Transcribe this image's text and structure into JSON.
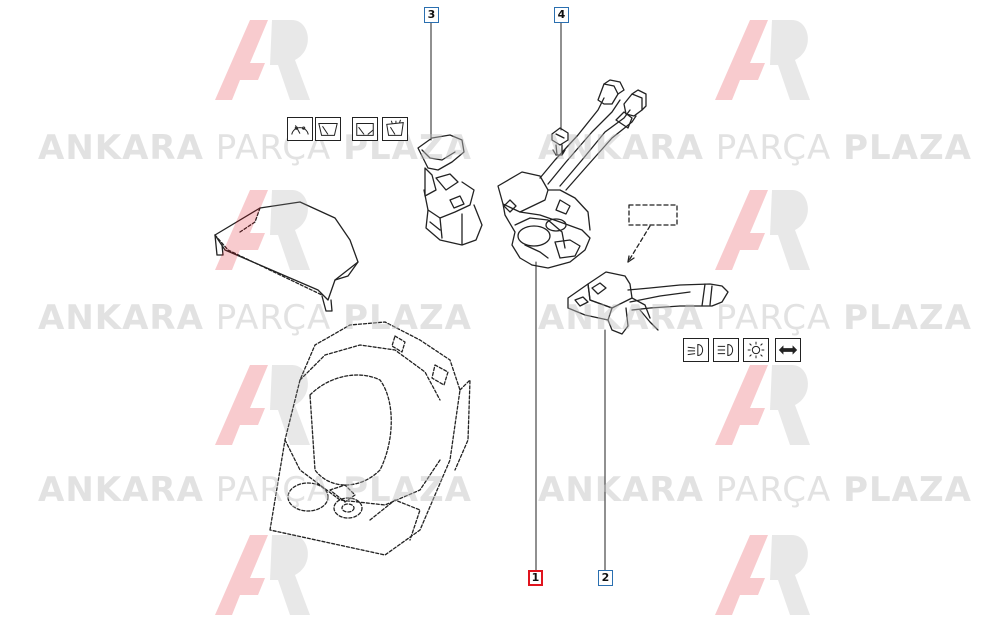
{
  "watermark": {
    "word1": "ANKARA",
    "word2": "PARÇA",
    "word3": "PLAZA",
    "logo_color": "#e0141e"
  },
  "callouts": [
    {
      "label": "3",
      "primary": false
    },
    {
      "label": "4",
      "primary": false
    },
    {
      "label": "1",
      "primary": true
    },
    {
      "label": "2",
      "primary": false
    }
  ],
  "wiper_icons": [
    "wiper-intermittent-icon",
    "wiper-front-icon",
    "wiper-rear-icon",
    "wiper-washer-icon"
  ],
  "light_icons": [
    "headlight-low-beam-icon",
    "headlight-high-beam-icon",
    "parking-light-icon",
    "turn-signal-icon"
  ],
  "colors": {
    "line": "#222222",
    "callout_border": "#2a6fb0",
    "callout_primary_border": "#e0141e"
  }
}
